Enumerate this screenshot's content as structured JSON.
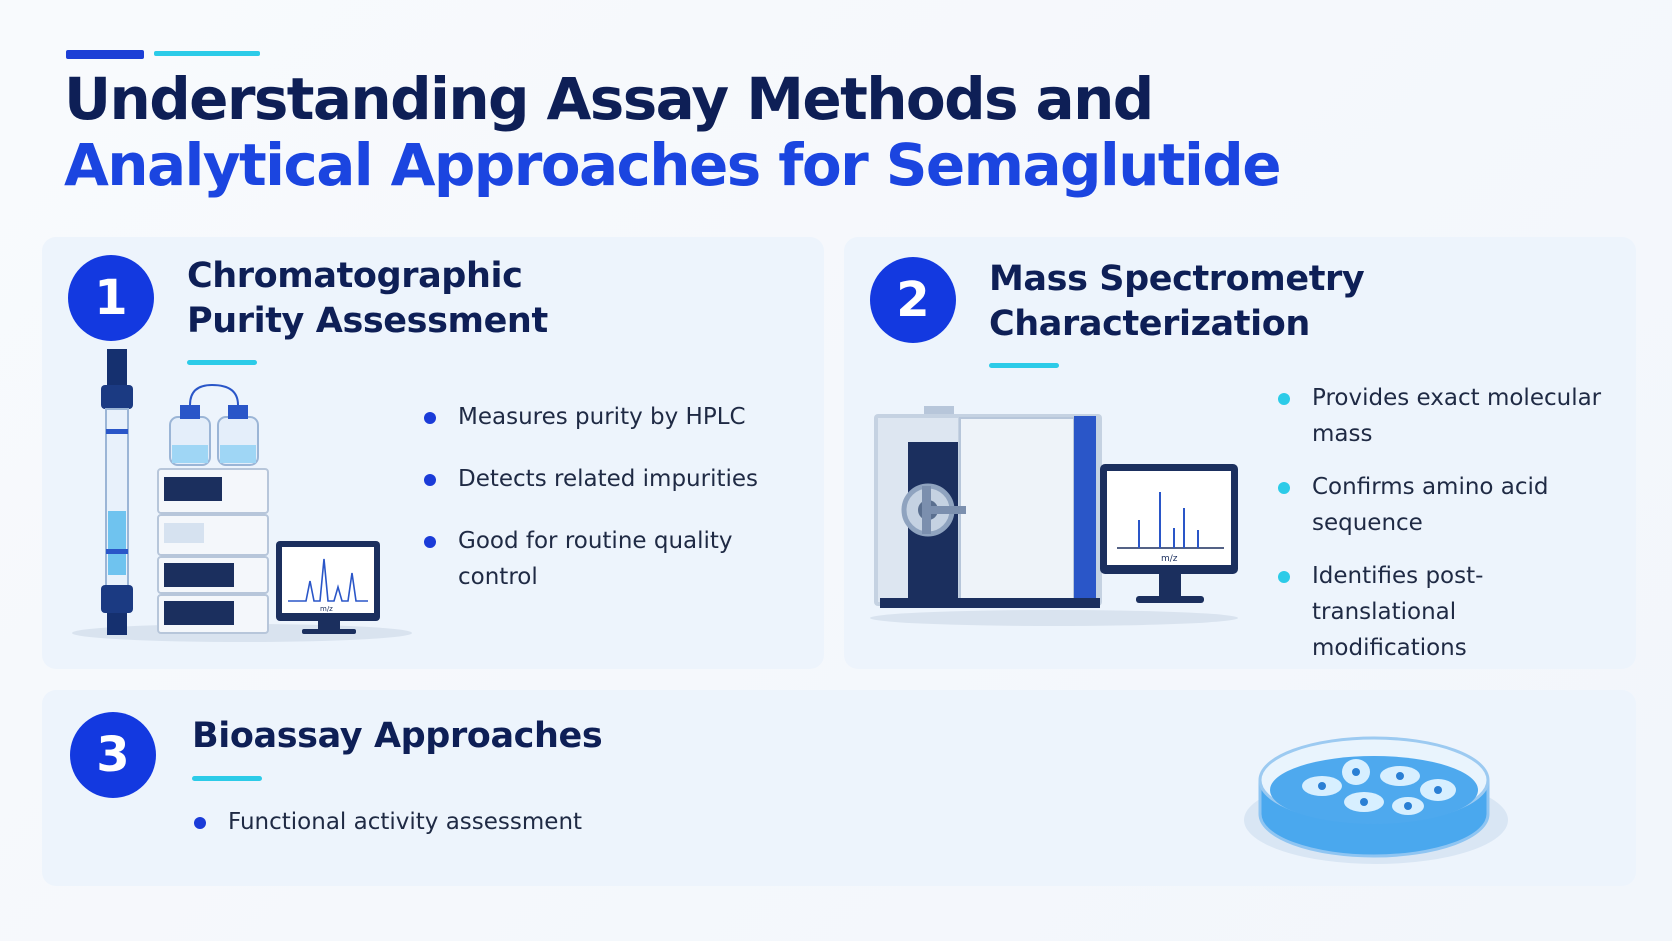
{
  "title": {
    "line1": "Understanding Assay Methods and",
    "line2": "Analytical Approaches for Semaglutide"
  },
  "colors": {
    "navy": "#0e1f56",
    "brand_blue": "#1b45e0",
    "cyan_accent": "#2ccbe8",
    "card_bg": "#edf4fc"
  },
  "sections": [
    {
      "number": "1",
      "title_line1": "Chromatographic",
      "title_line2": "Purity Assessment",
      "bullets": [
        "Measures purity by HPLC",
        "Detects related impurities",
        "Good for routine quality control"
      ],
      "illustration": "hplc-system-illustration",
      "monitor_label": "m/z"
    },
    {
      "number": "2",
      "title_line1": "Mass Spectrometry",
      "title_line2": "Characterization",
      "bullets": [
        "Provides exact molecular mass",
        "Confirms amino acid sequence",
        "Identifies post-translational modifications"
      ],
      "illustration": "mass-spectrometer-illustration",
      "monitor_label": "m/z"
    },
    {
      "number": "3",
      "title_line1": "Bioassay Approaches",
      "bullets": [
        "Functional activity assessment"
      ],
      "illustration": "petri-dish-illustration"
    }
  ]
}
